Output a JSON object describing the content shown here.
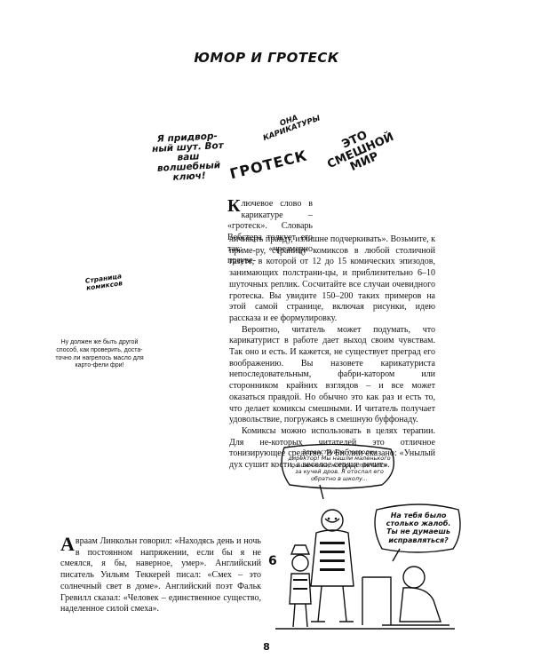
{
  "title": "ЮМОР И ГРОТЕСК",
  "comic_text": {
    "jester": "Я придвор-ный шут. Вот ваш волшебный ключ!",
    "ona": "ОНА КАРИКАТУРЫ",
    "grotesk": "ГРОТЕСК",
    "mir": "ЭТО СМЕШНОЙ МИР",
    "comics_page": "Страница комиксов",
    "fries": "Ну должен же быть другой способ, как проверить, доста-точно ли нагрелось масло для карто-фели фри!"
  },
  "lead": {
    "dropcap": "К",
    "text": "лючевое слово в карикатуре – «гротеск». Словарь Вебстера толкует его так: «чрезмерно преуве-"
  },
  "paragraphs": [
    "личивать правду, излишне подчеркивать». Возьмите, к приме-ру, страницу комиксов в любой столичной газете, в которой от 12 до 15 комических эпизодов, занимающих полстрани-цы, и приблизительно 6–10 шуточных реплик. Сосчитайте все случаи очевидного гротеска. Вы увидите 150–200 таких примеров на этой самой странице, включая рисунки, идею рассказа и ее формулировку.",
    "Вероятно, читатель может подумать, что карикатурист в работе дает выход своим чувствам. Так оно и есть. И кажется, не существует преград его воображению. Вы назовете карикатуриста непоследовательным, фабри-катором или сторонником крайних взглядов – и все может оказаться правдой. Но обычно это как раз и есть то, что делает комиксы смешными. И читатель получает удовольствие, погружаясь в смешную буффонаду.",
    "Комиксы можно использовать в целях терапии. Для не-которых читателей это отличное тонизирующее средство. В Библии сказано: «Унылый дух сушит кости, а веселое сердце лечит»."
  ],
  "cartoon": {
    "bubble_1": "Здравствуйте, господин директор! Мы нашли маленького по-шенника, который прятался за кучей дров. Я отослал его обратно в школу...",
    "bubble_2": "На тебя было столько жалоб. Ты не думаешь исправляться?",
    "panel_number": "6"
  },
  "lincoln": {
    "dropcap": "А",
    "text": "враам Линкольн говорил: «Находясь день и ночь в постоянном напряжении, если бы я не смеялся, я бы, наверное, умер». Английский писатель Уильям Теккерей писал: «Смех – это солнечный свет в доме». Английский поэт Фальк Гревилл сказал: «Человек – единственное существо, наделенное силой смеха»."
  },
  "page_number": "8"
}
